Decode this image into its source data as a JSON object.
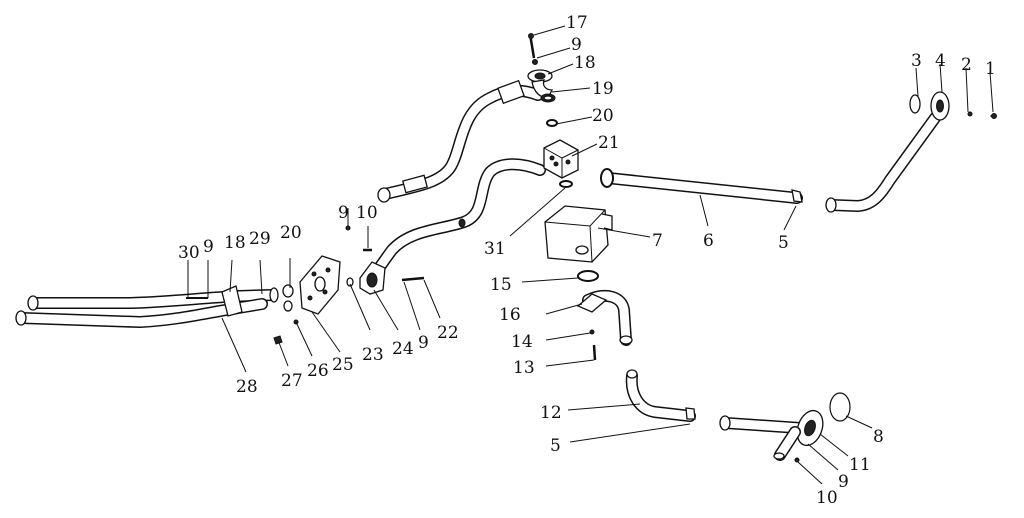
{
  "callouts": [
    {
      "id": "c17a",
      "text": "17"
    },
    {
      "id": "c9a",
      "text": "9"
    },
    {
      "id": "c18a",
      "text": "18"
    },
    {
      "id": "c19",
      "text": "19"
    },
    {
      "id": "c20a",
      "text": "20"
    },
    {
      "id": "c21",
      "text": "21"
    },
    {
      "id": "c3",
      "text": "3"
    },
    {
      "id": "c4",
      "text": "4"
    },
    {
      "id": "c2",
      "text": "2"
    },
    {
      "id": "c1",
      "text": "1"
    },
    {
      "id": "c6",
      "text": "6"
    },
    {
      "id": "c5a",
      "text": "5"
    },
    {
      "id": "c7",
      "text": "7"
    },
    {
      "id": "c31",
      "text": "31"
    },
    {
      "id": "c9b",
      "text": "9"
    },
    {
      "id": "c10a",
      "text": "10"
    },
    {
      "id": "c30",
      "text": "30"
    },
    {
      "id": "c9c",
      "text": "9"
    },
    {
      "id": "c18b",
      "text": "18"
    },
    {
      "id": "c29",
      "text": "29"
    },
    {
      "id": "c20b",
      "text": "20"
    },
    {
      "id": "c15",
      "text": "15"
    },
    {
      "id": "c16",
      "text": "16"
    },
    {
      "id": "c14",
      "text": "14"
    },
    {
      "id": "c13",
      "text": "13"
    },
    {
      "id": "c22",
      "text": "22"
    },
    {
      "id": "c9d",
      "text": "9"
    },
    {
      "id": "c24",
      "text": "24"
    },
    {
      "id": "c23",
      "text": "23"
    },
    {
      "id": "c25",
      "text": "25"
    },
    {
      "id": "c26",
      "text": "26"
    },
    {
      "id": "c27",
      "text": "27"
    },
    {
      "id": "c28",
      "text": "28"
    },
    {
      "id": "c12",
      "text": "12"
    },
    {
      "id": "c5b",
      "text": "5"
    },
    {
      "id": "c8",
      "text": "8"
    },
    {
      "id": "c11",
      "text": "11"
    },
    {
      "id": "c9e",
      "text": "9"
    },
    {
      "id": "c10b",
      "text": "10"
    }
  ]
}
